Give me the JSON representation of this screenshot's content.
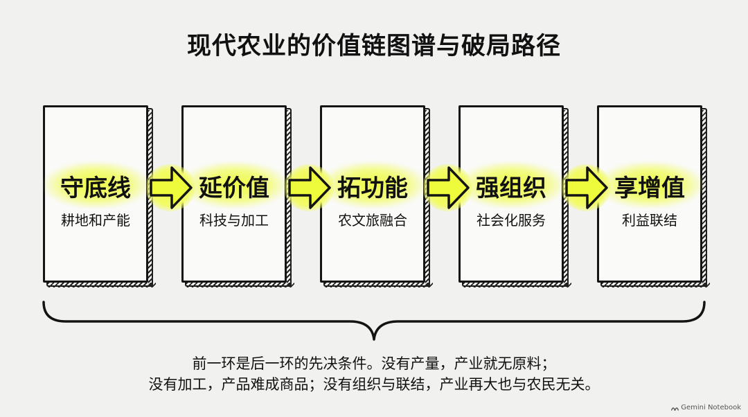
{
  "title": "现代农业的价值链图谱与破局路径",
  "stages": [
    {
      "main": "守底线",
      "sub": "耕地和产能"
    },
    {
      "main": "延价值",
      "sub": "科技与加工"
    },
    {
      "main": "拓功能",
      "sub": "农文旅融合"
    },
    {
      "main": "强组织",
      "sub": "社会化服务"
    },
    {
      "main": "享增值",
      "sub": "利益联结"
    }
  ],
  "summary": {
    "line1": "前一环是后一环的先决条件。没有产量，产业就无原料；",
    "line2": "没有加工，产品难成商品；没有组织与联结，产业再大也与农民无关。"
  },
  "watermark": "Gemini Notebook",
  "colors": {
    "highlight": "#eefa3c",
    "ink": "#141414",
    "background": "#f1f1ef"
  }
}
